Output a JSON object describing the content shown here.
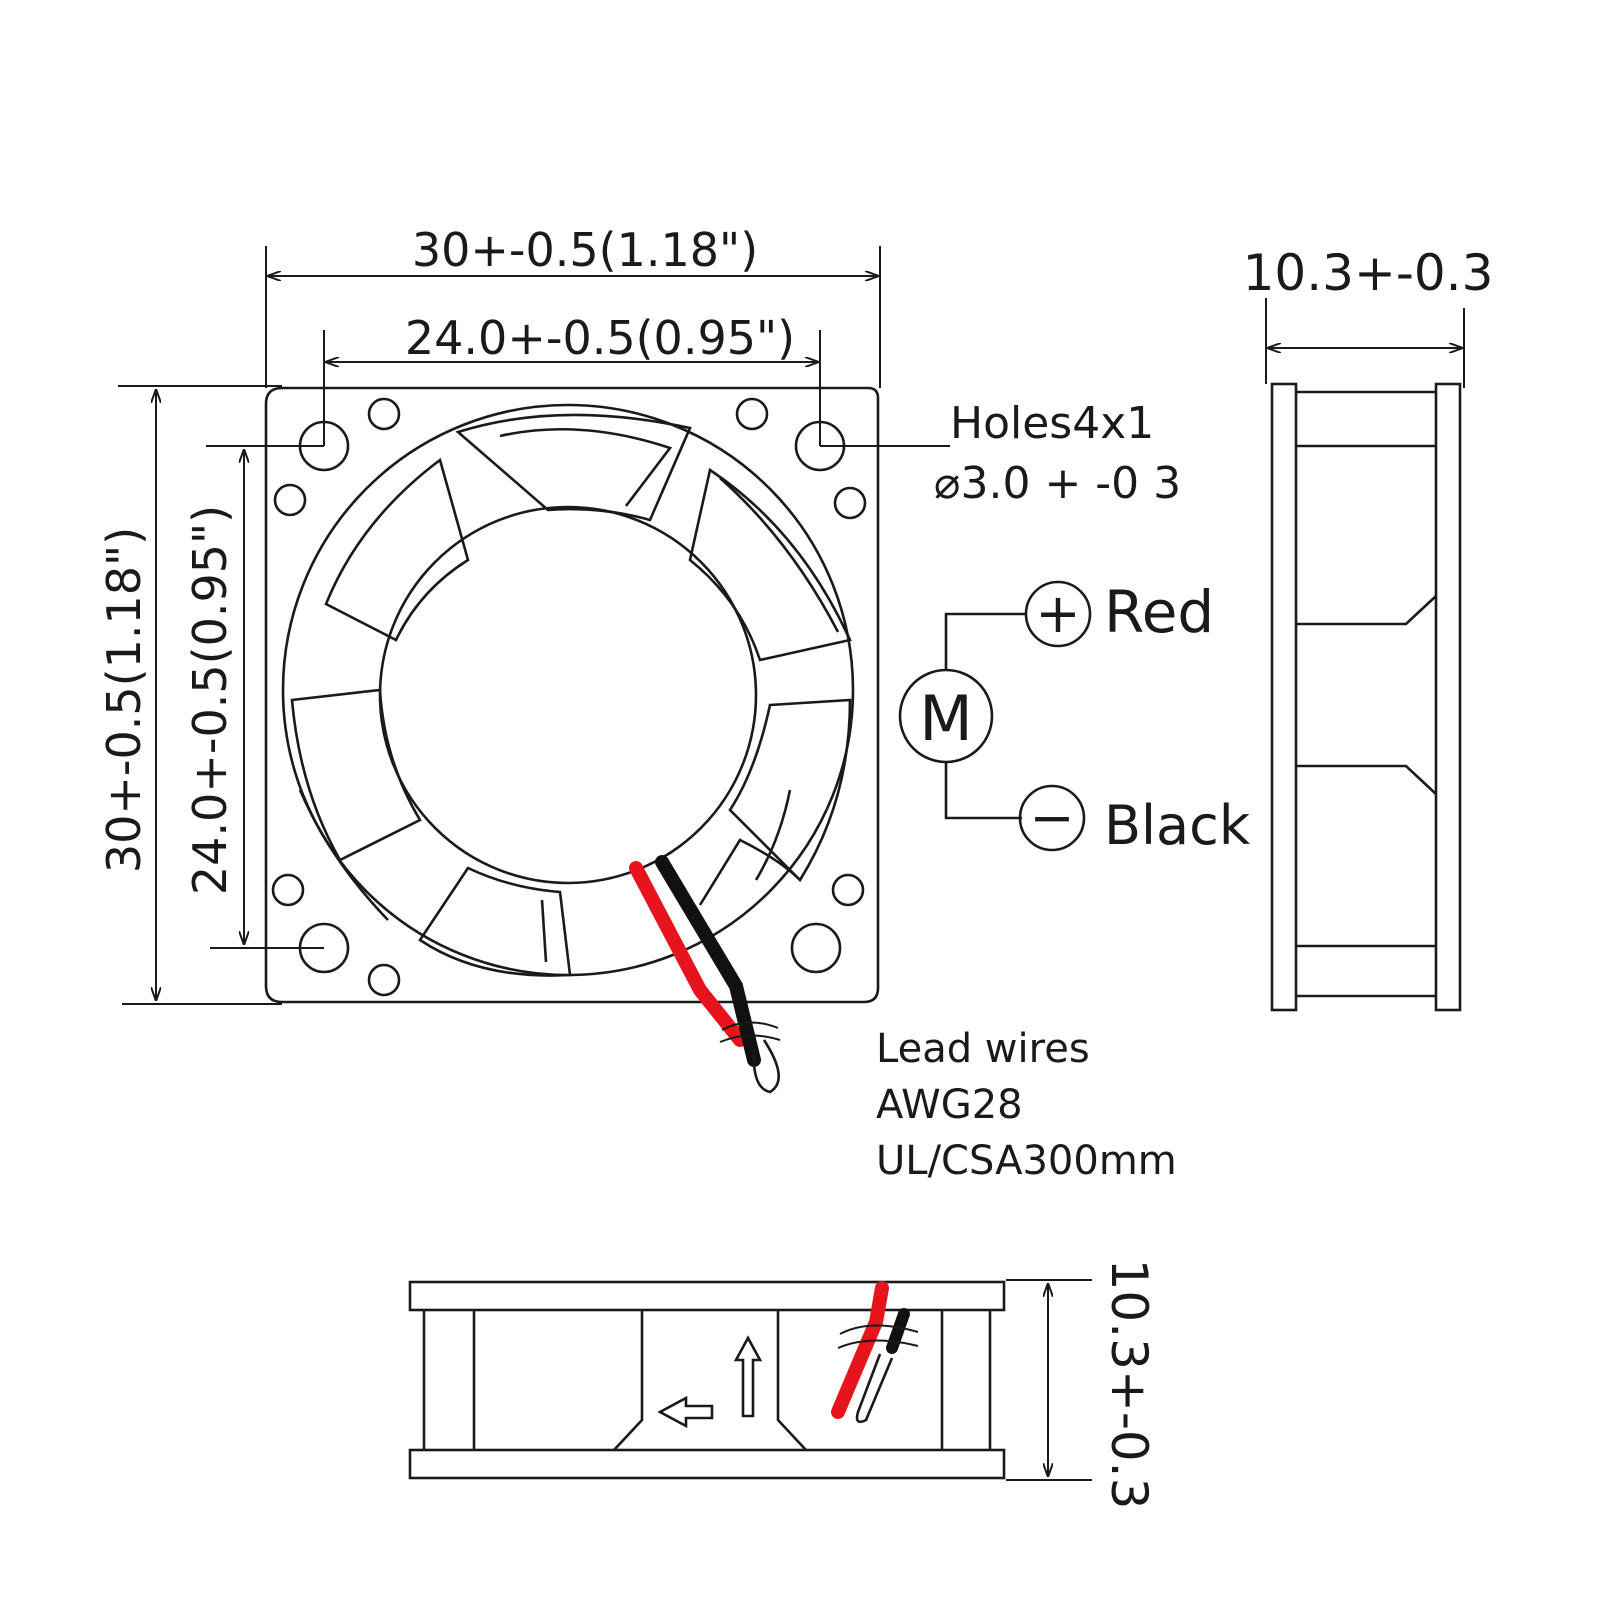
{
  "front_view": {
    "width_outer": "30+-0.5(1.18\")",
    "width_holes": "24.0+-0.5(0.95\")",
    "height_outer": "30+-0.5(1.18\")",
    "height_holes": "24.0+-0.5(0.95\")",
    "holes_line1": "Holes4x1",
    "holes_line2": "⌀3.0 + -0 3"
  },
  "wiring": {
    "motor": "M",
    "plus_symbol": "+",
    "minus_symbol": "−",
    "positive_label": "Red",
    "negative_label": "Black",
    "wire_colors": {
      "red": "#e8141b",
      "black": "#111111"
    }
  },
  "lead_wires": {
    "line1": "Lead wires",
    "line2": "AWG28",
    "line3": "UL/CSA300mm"
  },
  "side_view": {
    "depth": "10.3+-0.3"
  },
  "bottom_view": {
    "depth": "10.3+-0.3"
  }
}
